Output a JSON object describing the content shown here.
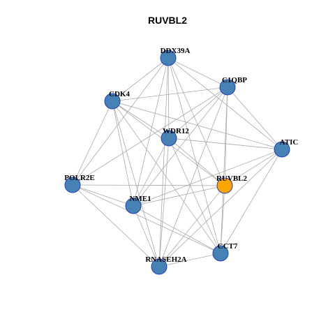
{
  "title": "RUVBL2",
  "colors": {
    "node_fill": "#4682B4",
    "node_stroke": "#1f3fbf",
    "center_fill": "#FFA500",
    "edge": "#aaaaaa"
  },
  "nodes": [
    {
      "id": "DDX39A",
      "label": "DDX39A",
      "center": false
    },
    {
      "id": "C1QBP",
      "label": "C1QBP",
      "center": false
    },
    {
      "id": "CDK4",
      "label": "CDK4",
      "center": false
    },
    {
      "id": "WDR12",
      "label": "WDR12",
      "center": false
    },
    {
      "id": "ATIC",
      "label": "ATIC",
      "center": false
    },
    {
      "id": "POLR2E",
      "label": "POLR2E",
      "center": false
    },
    {
      "id": "RUVBL2",
      "label": "RUVBL2",
      "center": true
    },
    {
      "id": "NME1",
      "label": "NME1",
      "center": false
    },
    {
      "id": "CCT7",
      "label": "CCT7",
      "center": false
    },
    {
      "id": "RNASEH2A",
      "label": "RNASEH2A",
      "center": false
    }
  ],
  "edges": [
    [
      "DDX39A",
      "C1QBP"
    ],
    [
      "DDX39A",
      "CDK4"
    ],
    [
      "DDX39A",
      "WDR12"
    ],
    [
      "DDX39A",
      "ATIC"
    ],
    [
      "DDX39A",
      "POLR2E"
    ],
    [
      "DDX39A",
      "RUVBL2"
    ],
    [
      "DDX39A",
      "NME1"
    ],
    [
      "DDX39A",
      "CCT7"
    ],
    [
      "DDX39A",
      "RNASEH2A"
    ],
    [
      "C1QBP",
      "CDK4"
    ],
    [
      "C1QBP",
      "WDR12"
    ],
    [
      "C1QBP",
      "ATIC"
    ],
    [
      "C1QBP",
      "POLR2E"
    ],
    [
      "C1QBP",
      "RUVBL2"
    ],
    [
      "C1QBP",
      "NME1"
    ],
    [
      "C1QBP",
      "CCT7"
    ],
    [
      "C1QBP",
      "RNASEH2A"
    ],
    [
      "CDK4",
      "WDR12"
    ],
    [
      "CDK4",
      "ATIC"
    ],
    [
      "CDK4",
      "POLR2E"
    ],
    [
      "CDK4",
      "RUVBL2"
    ],
    [
      "CDK4",
      "NME1"
    ],
    [
      "CDK4",
      "CCT7"
    ],
    [
      "CDK4",
      "RNASEH2A"
    ],
    [
      "WDR12",
      "ATIC"
    ],
    [
      "WDR12",
      "RUVBL2"
    ],
    [
      "WDR12",
      "NME1"
    ],
    [
      "WDR12",
      "CCT7"
    ],
    [
      "WDR12",
      "RNASEH2A"
    ],
    [
      "ATIC",
      "RUVBL2"
    ],
    [
      "ATIC",
      "NME1"
    ],
    [
      "ATIC",
      "CCT7"
    ],
    [
      "ATIC",
      "RNASEH2A"
    ],
    [
      "POLR2E",
      "RUVBL2"
    ],
    [
      "POLR2E",
      "NME1"
    ],
    [
      "POLR2E",
      "CCT7"
    ],
    [
      "POLR2E",
      "RNASEH2A"
    ],
    [
      "RUVBL2",
      "NME1"
    ],
    [
      "RUVBL2",
      "CCT7"
    ],
    [
      "RUVBL2",
      "RNASEH2A"
    ],
    [
      "NME1",
      "CCT7"
    ],
    [
      "NME1",
      "RNASEH2A"
    ],
    [
      "CCT7",
      "RNASEH2A"
    ]
  ]
}
